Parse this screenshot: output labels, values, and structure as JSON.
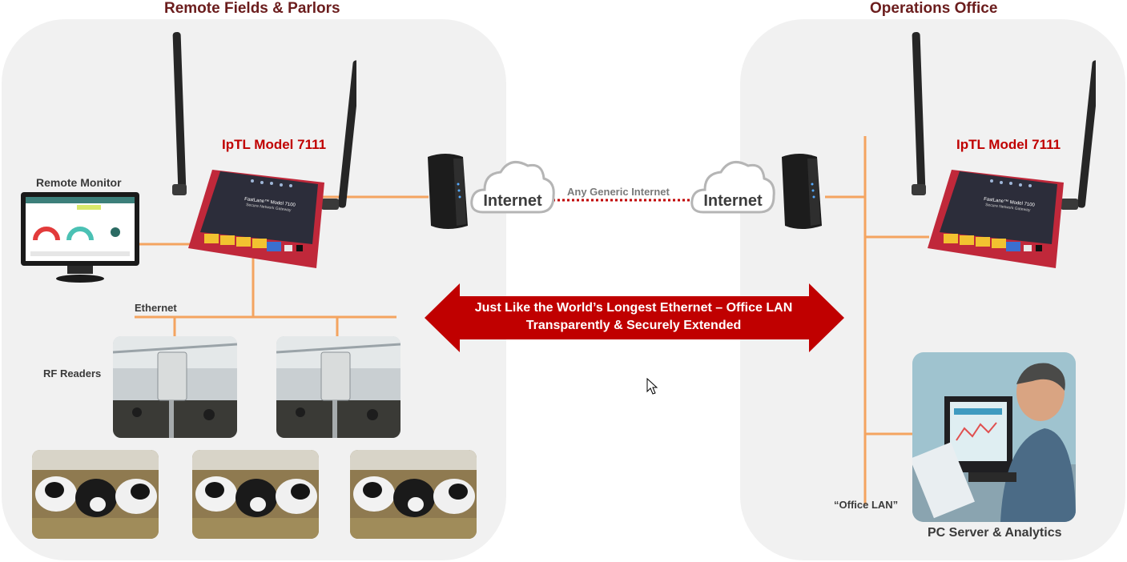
{
  "zones": {
    "left_title": "Remote Fields & Parlors",
    "right_title": "Operations Office"
  },
  "labels": {
    "remote_monitor": "Remote Monitor",
    "ethernet": "Ethernet",
    "rf_readers": "RF Readers",
    "office_lan": "“Office LAN”",
    "pc_server": "PC Server & Analytics",
    "any_generic_internet": "Any Generic Internet"
  },
  "routers": {
    "left_model": "IpTL Model 7111",
    "right_model": "IpTL Model 7111",
    "face_brand": "FastLane™ Model 7100",
    "face_sub": "Secure Network Gateway"
  },
  "clouds": {
    "left": "Internet",
    "right": "Internet"
  },
  "banner": {
    "line1": "Just Like the World’s Longest Ethernet – Office LAN",
    "line2": "Transparently & Securely Extended"
  },
  "colors": {
    "zone_bg": "#f1f1f1",
    "title": "#6b1d1d",
    "accent_red": "#c00000",
    "ethernet_orange": "#f4a460",
    "router_red": "#c0283a"
  }
}
